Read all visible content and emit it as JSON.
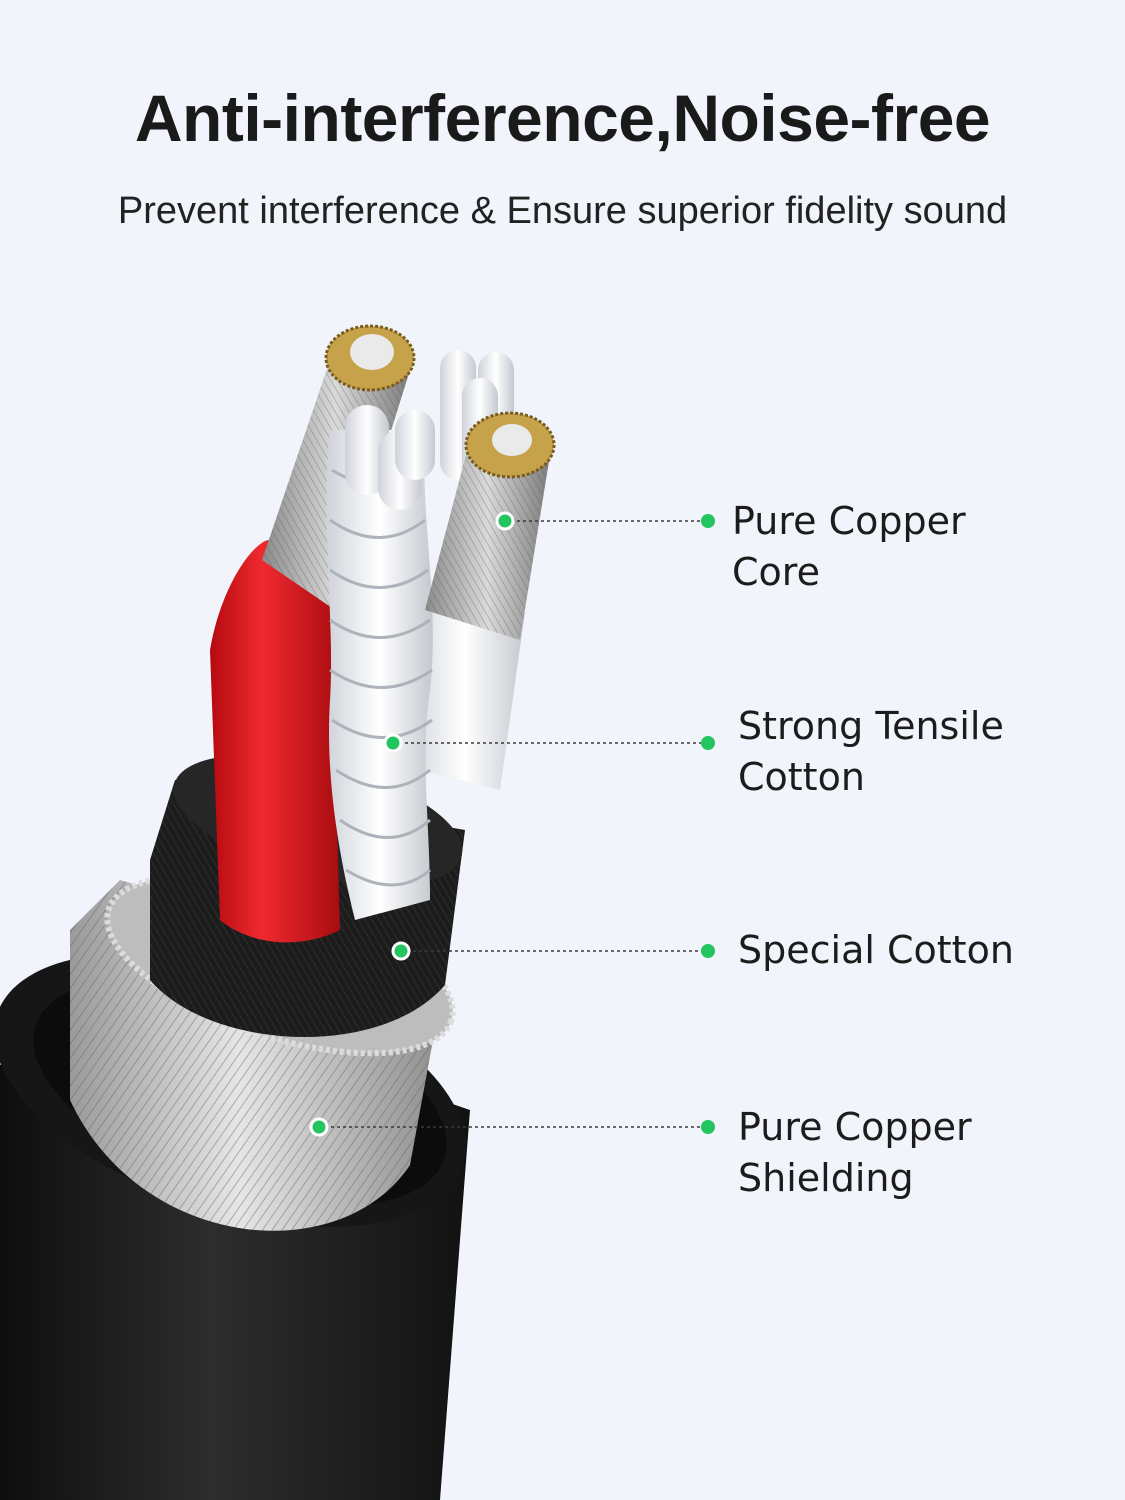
{
  "header": {
    "title": "Anti-interference,Noise-free",
    "subtitle": "Prevent interference & Ensure superior fidelity sound"
  },
  "callouts": [
    {
      "lines": [
        "Pure Copper",
        "Core"
      ]
    },
    {
      "lines": [
        "Strong Tensile",
        "Cotton"
      ]
    },
    {
      "lines": [
        "Special Cotton"
      ]
    },
    {
      "lines": [
        "Pure Copper",
        "Shielding"
      ]
    }
  ],
  "colors": {
    "background": "#f1f4fb",
    "accent_dot": "#22c55e",
    "red_wire": "#e0141a",
    "outer_jacket": "#1b1b1b"
  }
}
